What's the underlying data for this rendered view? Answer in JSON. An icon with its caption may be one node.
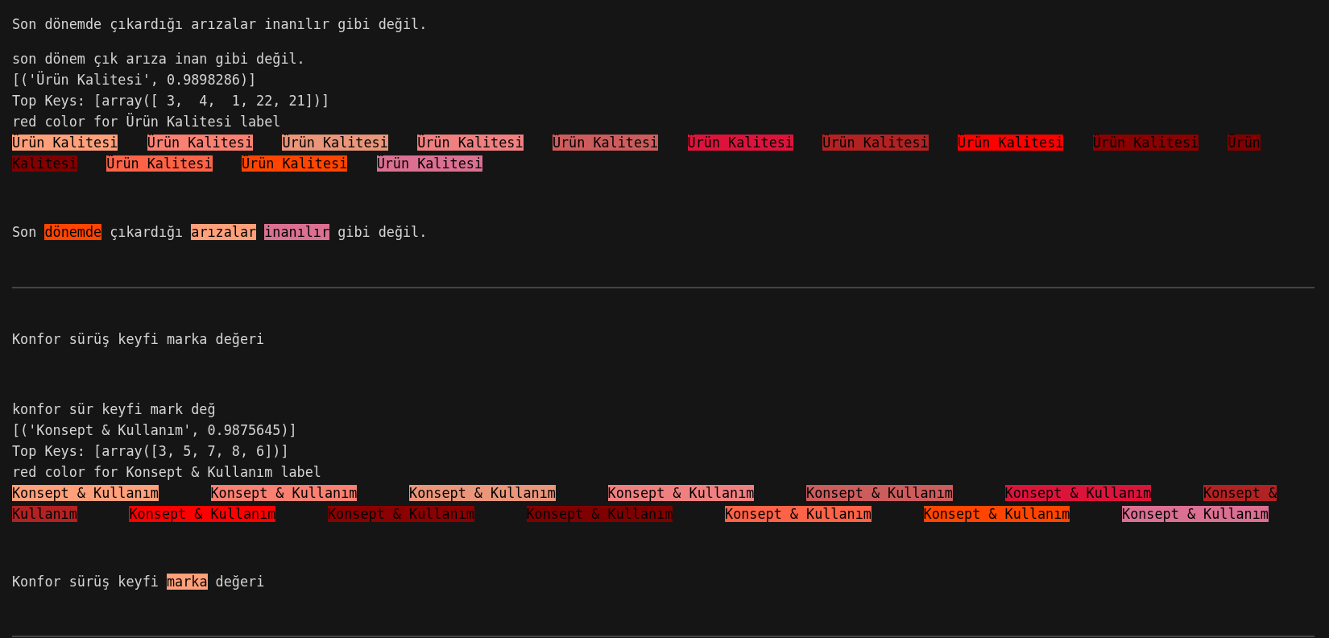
{
  "diagram": {
    "nodes": [
      {
        "text": [
          "dönemde"
        ]
      },
      {
        "text": [
          "arızalar"
        ]
      },
      {
        "text": [
          "inanılır"
        ]
      },
      {
        "text": [
          "marka"
        ]
      }
    ],
    "labels": [
      "Son dönemde çıkardığı arızalar inanılır gibi değil.",
      "son dönem çık arıza inan gibi değil.",
      "[('Ürün Kalitesi', 0.9898286)]",
      "Top Keys: [array([ 3,  4,  1, 22, 21])]",
      "red color for Ürün Kalitesi label",
      "Son",
      "çıkardığı",
      "gibi değil.",
      "Konfor sürüş keyfi marka değeri",
      "konfor sür keyfi mark değ",
      "[('Konsept & Kullanım', 0.9875645)]",
      "Top Keys: [array([3, 5, 7, 8, 6])]",
      "red color for Konsept & Kullanım label",
      "Konfor sürüş keyfi",
      "değeri"
    ],
    "legend": [
      {
        "text": "Ürün Kalitesi",
        "color": "#ffa07a"
      },
      {
        "text": "Ürün Kalitesi",
        "color": "#fa8072"
      },
      {
        "text": "Ürün Kalitesi",
        "color": "#e9967a"
      },
      {
        "text": "Ürün Kalitesi",
        "color": "#f08080"
      },
      {
        "text": "Ürün Kalitesi",
        "color": "#cd5c5c"
      },
      {
        "text": "Ürün Kalitesi",
        "color": "#dc143c"
      },
      {
        "text": "Ürün Kalitesi",
        "color": "#b22222"
      },
      {
        "text": "Ürün Kalitesi",
        "color": "#ff0000"
      },
      {
        "text": "Ürün Kalitesi",
        "color": "#8b0000"
      },
      {
        "text": "Ürün Kalitesi",
        "color": "#800000"
      },
      {
        "text": "Ürün Kalitesi",
        "color": "#ff6347"
      },
      {
        "text": "Ürün Kalitesi",
        "color": "#ff4500"
      },
      {
        "text": "Ürün Kalitesi",
        "color": "#db7093"
      },
      {
        "text": "Konsept & Kullanım",
        "color": "#ffa07a"
      },
      {
        "text": "Konsept & Kullanım",
        "color": "#fa8072"
      },
      {
        "text": "Konsept & Kullanım",
        "color": "#e9967a"
      },
      {
        "text": "Konsept & Kullanım",
        "color": "#f08080"
      },
      {
        "text": "Konsept & Kullanım",
        "color": "#cd5c5c"
      },
      {
        "text": "Konsept & Kullanım",
        "color": "#dc143c"
      },
      {
        "text": "Konsept & Kullanım",
        "color": "#b22222"
      },
      {
        "text": "Konsept & Kullanım",
        "color": "#ff0000"
      },
      {
        "text": "Konsept & Kullanım",
        "color": "#8b0000"
      },
      {
        "text": "Konsept & Kullanım",
        "color": "#800000"
      },
      {
        "text": "Konsept & Kullanım",
        "color": "#ff6347"
      },
      {
        "text": "Konsept & Kullanım",
        "color": "#ff4500"
      },
      {
        "text": "Konsept & Kullanım",
        "color": "#db7093"
      }
    ]
  }
}
